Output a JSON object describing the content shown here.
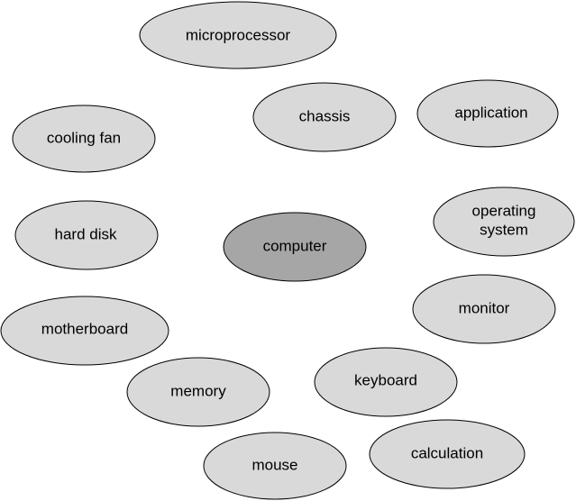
{
  "colors": {
    "node_fill": "#d9d9d9",
    "center_fill": "#a6a6a6",
    "outline": "#000000",
    "text": "#000000"
  },
  "nodes": {
    "microprocessor": "microprocessor",
    "chassis": "chassis",
    "application": "application",
    "cooling_fan": "cooling fan",
    "operating_system_line1": "operating",
    "operating_system_line2": "system",
    "hard_disk": "hard disk",
    "computer": "computer",
    "monitor": "monitor",
    "motherboard": "motherboard",
    "memory": "memory",
    "keyboard": "keyboard",
    "calculation": "calculation",
    "mouse": "mouse"
  }
}
